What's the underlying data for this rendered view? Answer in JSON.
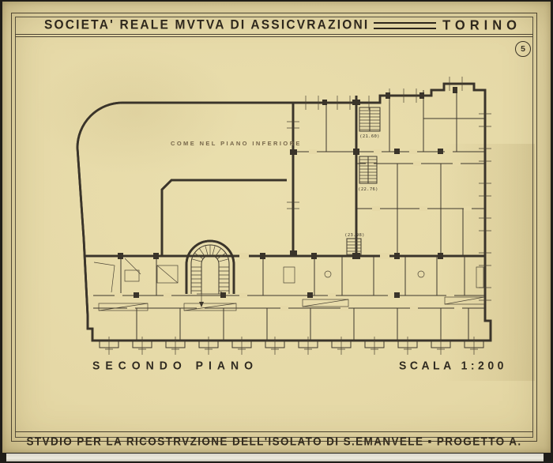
{
  "sheet": {
    "number": "5",
    "header": {
      "title": "SOCIETA' REALE MVTVA DI ASSICVRAZIONI",
      "city": "TORINO"
    },
    "footer": {
      "title": "STVDIO PER LA RICOSTRVZIONE DELL'ISOLATO DI S.EMANVELE ▪ PROGETTO A."
    }
  },
  "plan": {
    "note": "COME NEL PIANO INFERIORE",
    "floor_label": "SECONDO PIANO",
    "scale_label": "SCALA 1:200",
    "elevations": [
      {
        "label": "(21.60)"
      },
      {
        "label": "(22.76)"
      },
      {
        "label": "(23.98)"
      }
    ]
  },
  "colors": {
    "paper": "#e6d9a7",
    "ink": "#3a342a",
    "faded_ink": "#77674a"
  }
}
